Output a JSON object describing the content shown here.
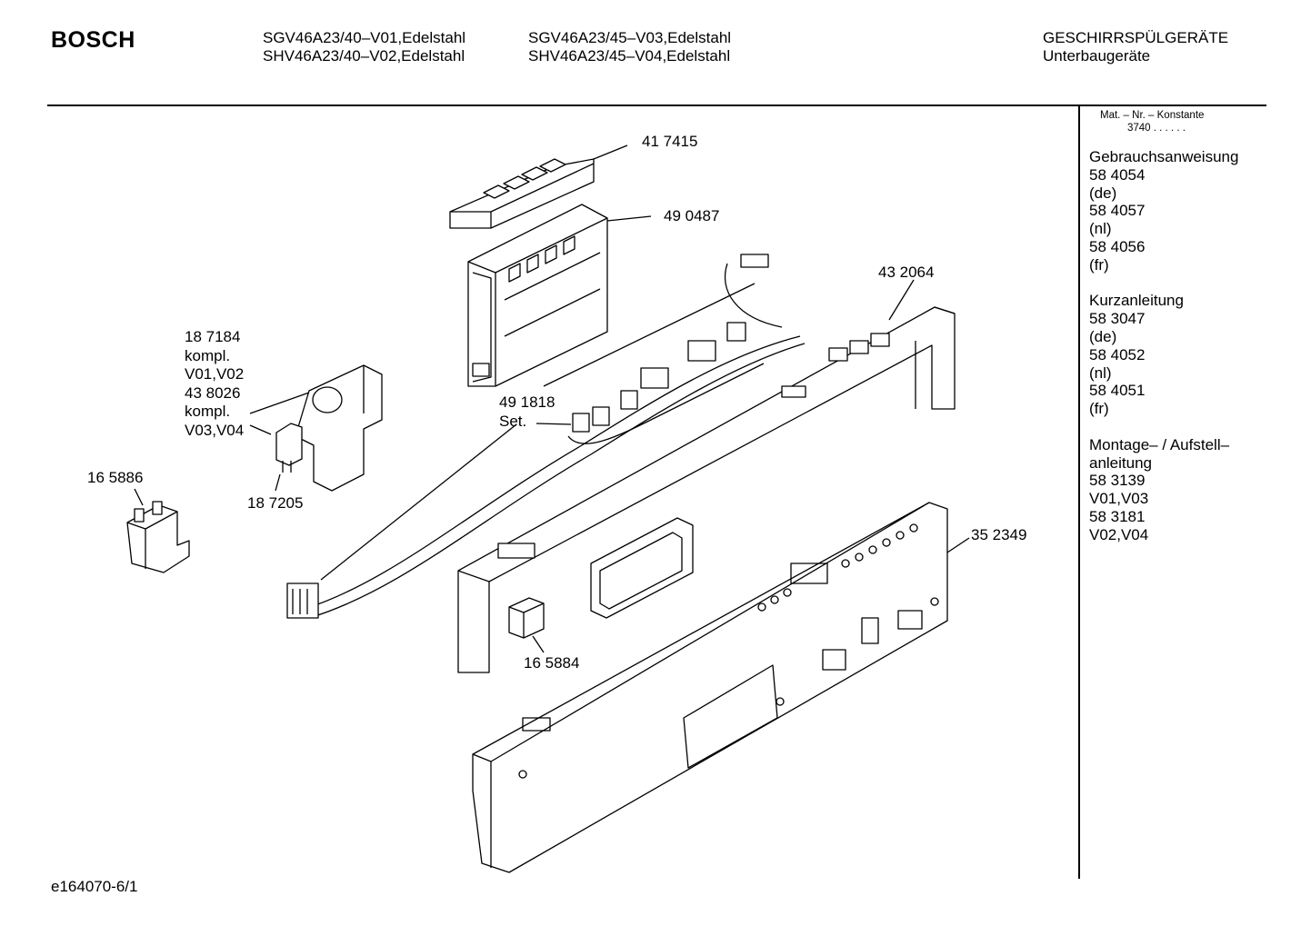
{
  "header": {
    "brand": "BOSCH",
    "models_col1": [
      "SGV46A23/40–V01,Edelstahl",
      "SHV46A23/40–V02,Edelstahl"
    ],
    "models_col2": [
      "SGV46A23/45–V03,Edelstahl",
      "SHV46A23/45–V04,Edelstahl"
    ],
    "category": [
      "GESCHIRRSPÜLGERÄTE",
      "Unterbaugeräte"
    ]
  },
  "sidebar": {
    "mat_header": "Mat. – Nr. – Konstante",
    "mat_value": "3740  .  .  .  .  .  .",
    "lines": [
      "Gebrauchsanweisung",
      "58 4054",
      "(de)",
      "58 4057",
      "(nl)",
      "58 4056",
      "(fr)",
      "",
      "Kurzanleitung",
      "58 3047",
      "(de)",
      "58 4052",
      "(nl)",
      "58 4051",
      "(fr)",
      "",
      "Montage– / Aufstell–",
      "anleitung",
      "58 3139",
      "V01,V03",
      "58 3181",
      "V02,V04"
    ]
  },
  "parts": {
    "p417415": "41 7415",
    "p490487": "49 0487",
    "p432064": "43 2064",
    "p187184": [
      "18 7184",
      "kompl.",
      "V01,V02",
      "43 8026",
      "kompl.",
      "V03,V04"
    ],
    "p491818": [
      "49 1818",
      "Set."
    ],
    "p165886": "16 5886",
    "p187205": "18 7205",
    "p352349": "35 2349",
    "p165884": "16 5884"
  },
  "footer": {
    "doc_id": "e164070-6/1"
  }
}
